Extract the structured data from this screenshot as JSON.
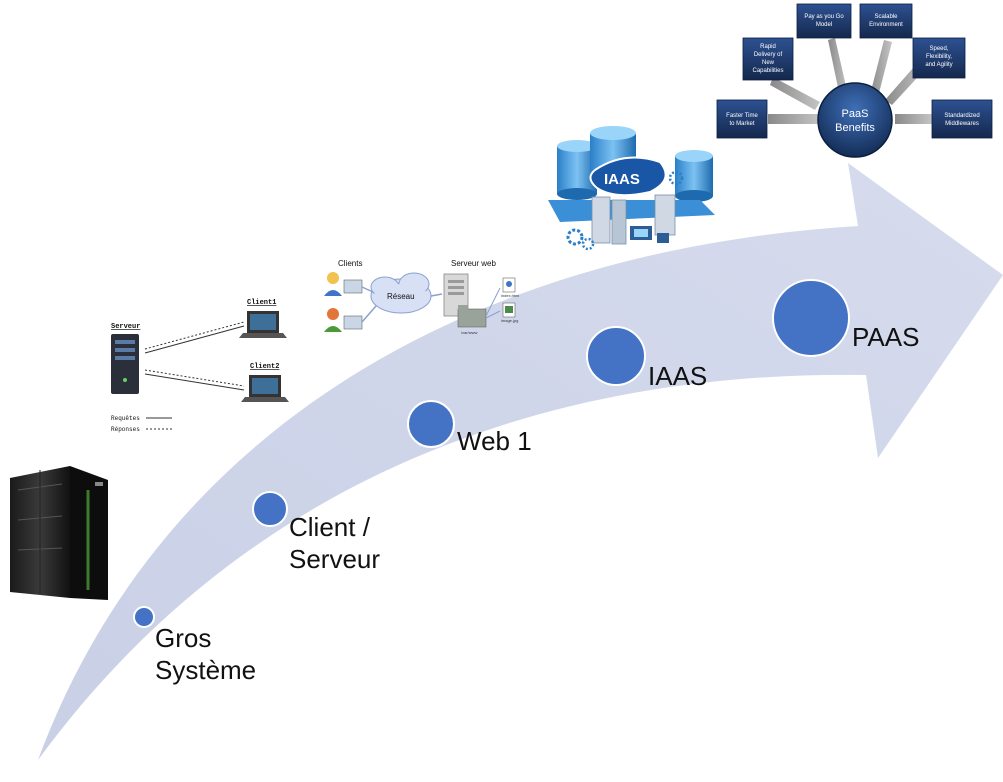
{
  "milestones": [
    {
      "label": "Gros",
      "label2": "Système"
    },
    {
      "label": "Client /",
      "label2": "Serveur"
    },
    {
      "label": "Web 1"
    },
    {
      "label": "IAAS"
    },
    {
      "label": "PAAS"
    }
  ],
  "client_server": {
    "server": "Serveur",
    "client1": "Client1",
    "client2": "Client2",
    "requests": "Requêtes",
    "responses": "Réponses"
  },
  "web": {
    "clients": "Clients",
    "network": "Réseau",
    "web_server": "Serveur web",
    "path": "/var/www",
    "file1": "index.html",
    "file2": "image.jpg"
  },
  "iaas_badge": "IAAS",
  "paas": {
    "center_line1": "PaaS",
    "center_line2": "Benefits",
    "boxes": [
      [
        "Pay as you Go",
        "Model"
      ],
      [
        "Scalable",
        "Environment"
      ],
      [
        "Rapid",
        "Delivery of",
        "New",
        "Capabilities"
      ],
      [
        "Speed,",
        "Flexibility,",
        "and Agility"
      ],
      [
        "Faster Time",
        "to Market"
      ],
      [
        "Standardized",
        "Middlewares"
      ]
    ]
  },
  "colors": {
    "arrow": "#d3d8ea",
    "dot": "#4472c4",
    "dot_stroke": "#ffffff",
    "box": "#1f3a6b",
    "hub": "#1a3c72"
  }
}
